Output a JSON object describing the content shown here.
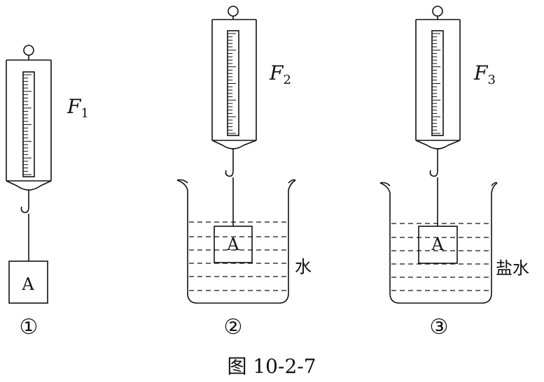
{
  "setups": [
    {
      "force_label": "F",
      "force_sub": "1",
      "block_label": "A",
      "step": "①",
      "liquid": ""
    },
    {
      "force_label": "F",
      "force_sub": "2",
      "block_label": "A",
      "step": "②",
      "liquid": "水"
    },
    {
      "force_label": "F",
      "force_sub": "3",
      "block_label": "A",
      "step": "③",
      "liquid": "盐水"
    }
  ],
  "caption": "图 10-2-7"
}
